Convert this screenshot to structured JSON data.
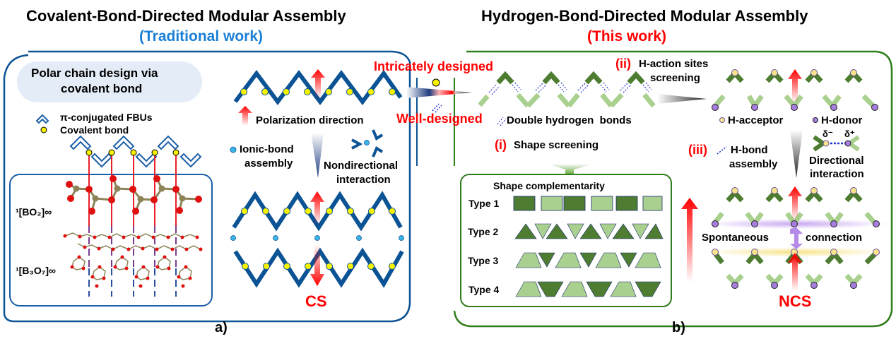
{
  "colors": {
    "blue_chain": "#0b5394",
    "blue_text": "#1a7fd6",
    "red": "#ff0000",
    "green_border": "#2f7d1c",
    "dark_green": "#4e7d32",
    "light_green": "#a9d08e",
    "yellow_dot": "#f7f200",
    "cyan_dot": "#3ab6ea",
    "acceptor": "#f7e38a",
    "donor": "#a67ee0",
    "pill_bg": "#e4ecf7"
  },
  "panel_a": {
    "title": "Covalent-Bond-Directed Modular Assembly",
    "subtitle": "(Traditional work)",
    "pill_line1": "Polar chain design via",
    "pill_line2": "covalent bond",
    "legend_fbu": "π-conjugated FBUs",
    "legend_covalent": "Covalent bond",
    "formula_1": "¹[BO₂]∞",
    "formula_2": "¹[B₃O₇]∞",
    "polarization": "Polarization direction",
    "ionic_1": "Ionic-bond",
    "ionic_2": "assembly",
    "nondir_1": "Nondirectional",
    "nondir_2": "interaction",
    "result": "CS",
    "caption": "a)"
  },
  "middle": {
    "intricately": "Intricately designed",
    "well": "Well-designed"
  },
  "panel_b": {
    "title": "Hydrogen-Bond-Directed Modular Assembly",
    "subtitle": "(This work)",
    "double_hb": "Double hydrogen  bonds",
    "step_i_num": "(i)",
    "step_i": "Shape screening",
    "step_ii_num": "(ii)",
    "step_ii_1": "H-action sites",
    "step_ii_2": "screening",
    "acceptor": "H-acceptor",
    "donor": "H-donor",
    "step_iii_num": "(iii)",
    "step_iii_1": "H-bond",
    "step_iii_2": "assembly",
    "delta_minus": "δ⁻",
    "delta_plus": "δ⁺",
    "directional_1": "Directional",
    "directional_2": "interaction",
    "shape_title": "Shape complementarity",
    "types": [
      "Type 1",
      "Type 2",
      "Type 3",
      "Type 4"
    ],
    "spontaneous": "Spontaneous",
    "connection": "connection",
    "result": "NCS",
    "caption": "b)"
  }
}
